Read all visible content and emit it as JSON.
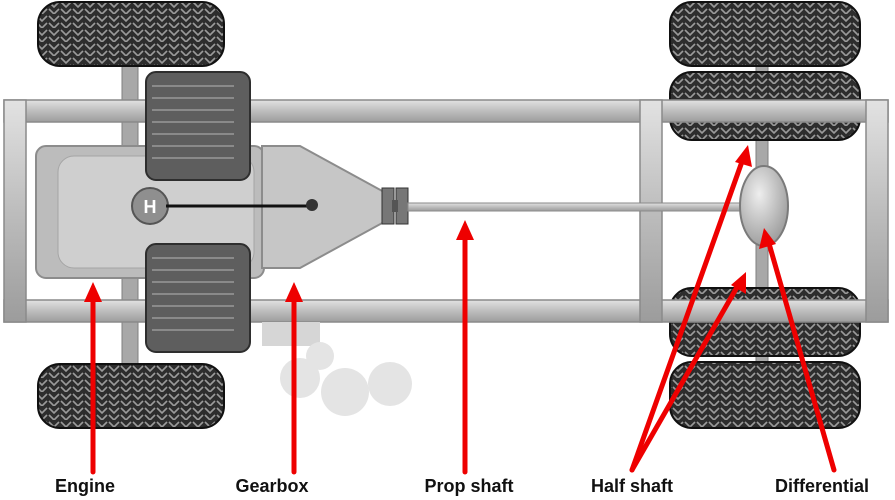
{
  "labels": {
    "engine": "Engine",
    "gearbox": "Gearbox",
    "prop_shaft": "Prop shaft",
    "half_shaft": "Half shaft",
    "differential": "Differential"
  },
  "colors": {
    "arrow": "#ee0000",
    "frame": "#b9b9b9",
    "tyre": "#2b2b2b",
    "body": "#c4c4c4",
    "exhaust_smoke": "#e4e4e4"
  }
}
